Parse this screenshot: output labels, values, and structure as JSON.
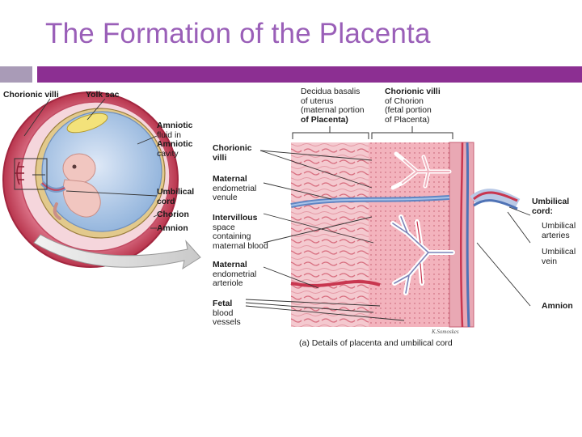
{
  "title": "The Formation of the Placenta",
  "accent_colors": {
    "title": "#9a5fb8",
    "header_bar": "#8c2f92",
    "header_tab": "#a99bb7"
  },
  "labels": {
    "chorionic_villi_left": "Chorionic villi",
    "yolk_sac": "Yolk sac",
    "amniotic_fluid": [
      "Amniotic",
      "fluid in",
      "Amniotic",
      "cavity"
    ],
    "umbilical_cord_left": [
      "Umbilical",
      "cord"
    ],
    "chorion": "Chorion",
    "amnion_left": "Amnion",
    "decidua_basalis": [
      "Decidua basalis",
      "of uterus",
      "(maternal portion",
      "of Placenta)"
    ],
    "chorionic_villi_top": [
      "Chorionic villi",
      "of Chorion",
      "(fetal portion",
      "of Placenta)"
    ],
    "chorionic_villi_mid": [
      "Chorionic",
      "villi"
    ],
    "maternal_venule": [
      "Maternal",
      "endometrial",
      "venule"
    ],
    "intervillous_space": [
      "Intervillous",
      "space",
      "containing",
      "maternal blood"
    ],
    "maternal_arteriole": [
      "Maternal",
      "endometrial",
      "arteriole"
    ],
    "fetal_blood_vessels": [
      "Fetal",
      "blood",
      "vessels"
    ],
    "umbilical_cord_right": [
      "Umbilical",
      "cord:"
    ],
    "umbilical_arteries": [
      "Umbilical",
      "arteries"
    ],
    "umbilical_vein": [
      "Umbilical",
      "vein"
    ],
    "amnion_right": "Amnion"
  },
  "caption": "(a) Details of placenta and umbilical cord",
  "artist_signature": "K.Somoskes"
}
